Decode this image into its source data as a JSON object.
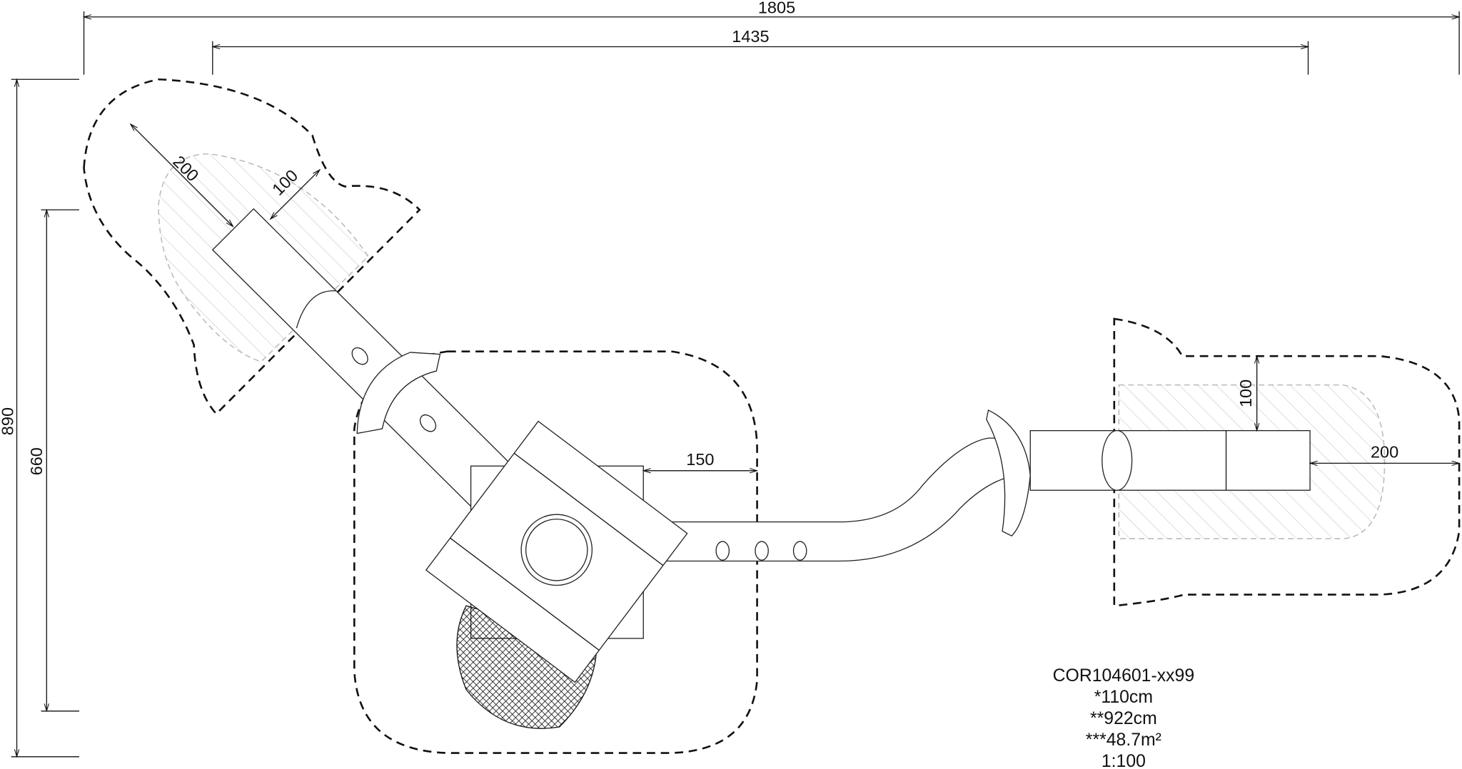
{
  "dimensions": {
    "overall_width": "1805",
    "inner_width": "1435",
    "overall_height": "890",
    "inner_height": "660",
    "left_slide_zone": "200",
    "left_slide_offset": "100",
    "tower_offset": "150",
    "right_slide_offset": "100",
    "right_slide_zone": "200"
  },
  "info": {
    "product_code": "COR104601-xx99",
    "fall_height": "*110cm",
    "free_height": "**922cm",
    "area": "***48.7m²",
    "scale": "1:100"
  }
}
